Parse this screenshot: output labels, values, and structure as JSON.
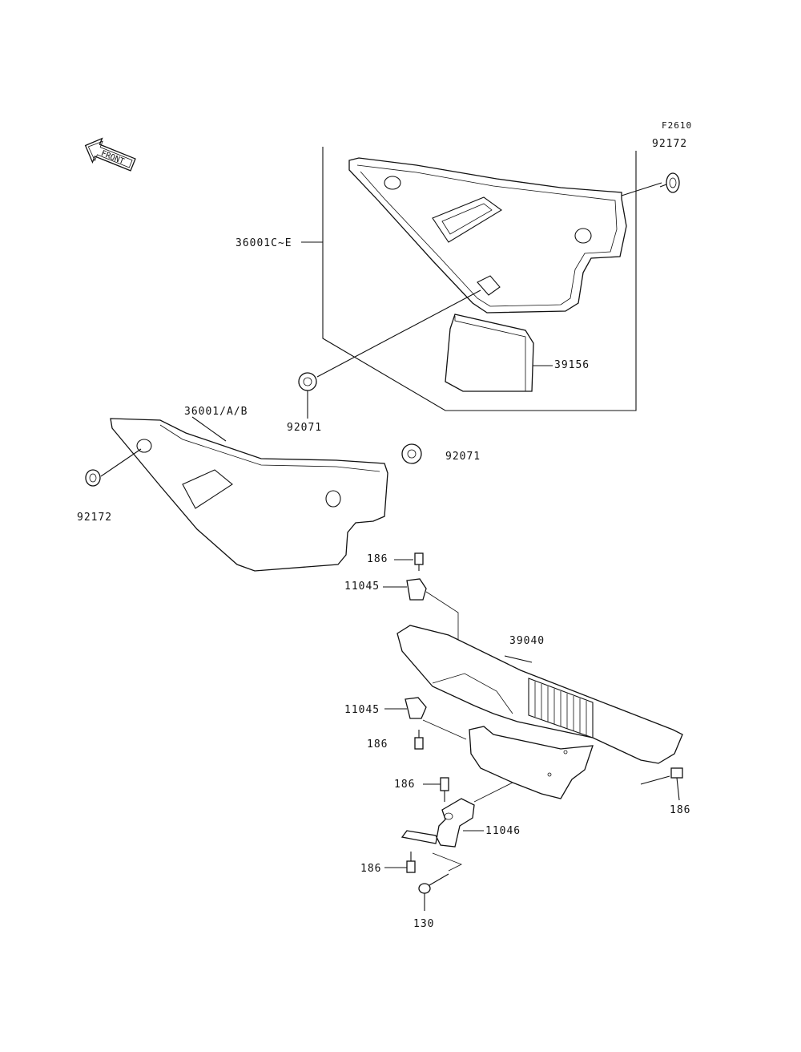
{
  "figure_code": "F2610",
  "front_indicator": "FRONT",
  "part_labels": {
    "p92172_top": "92172",
    "p36001_ce": "36001C~E",
    "p39156": "39156",
    "p92071_a": "92071",
    "p36001_ab": "36001/A/B",
    "p92071_b": "92071",
    "p92172_left": "92172",
    "p186_a": "186",
    "p11045_a": "11045",
    "p39040": "39040",
    "p11045_b": "11045",
    "p186_b": "186",
    "p186_c": "186",
    "p186_d": "186",
    "p11046": "11046",
    "p186_e": "186",
    "p130": "130"
  }
}
